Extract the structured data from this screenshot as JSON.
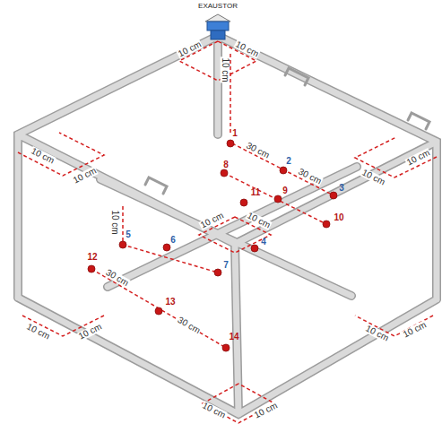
{
  "diagram": {
    "labels": [
      "EXAUSTOR",
      "10 cm",
      "10 cm",
      "10 cm",
      "1",
      "2",
      "30 cm",
      "30 cm",
      "3",
      "8",
      "11",
      "9",
      "10",
      "10 cm",
      "10 cm",
      "10 cm",
      "10 cm",
      "10 cm",
      "5",
      "10 cm",
      "10 cm",
      "4",
      "6",
      "7",
      "12",
      "30 cm",
      "13",
      "30 cm",
      "14",
      "10 cm",
      "10 cm",
      "10 cm",
      "10 cm",
      "10 cm",
      "10 cm"
    ]
  }
}
